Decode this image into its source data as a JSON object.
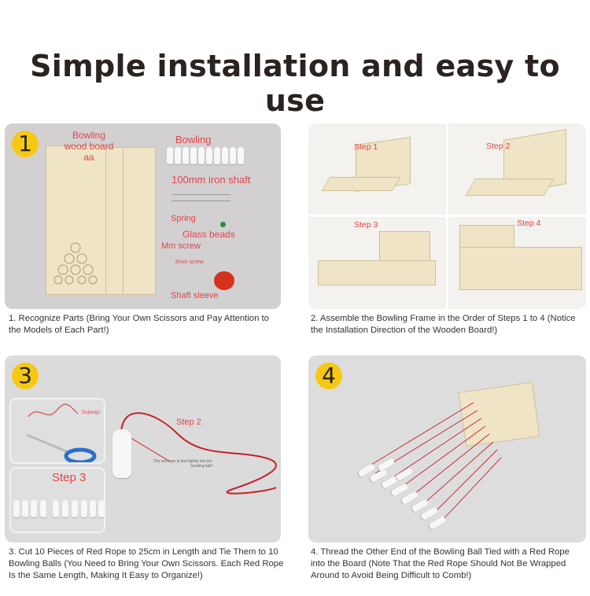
{
  "title": "Simple installation and easy to use",
  "colors": {
    "badge": "#f6c812",
    "label": "#e0454a",
    "panel": "#d2d0d1"
  },
  "steps": [
    {
      "number": "1",
      "labels": {
        "board": "Bowling wood board aa",
        "bowling": "Bowling",
        "shaft": "100mm iron shaft",
        "spring": "Spring",
        "beads": "Glass beads",
        "screw": "Mm screw",
        "screw6": "6mm screw",
        "sleeve": "Shaft sleeve"
      },
      "caption": "1. Recognize Parts   (Bring Your Own Scissors and Pay Attention to the Models of Each Part!)"
    },
    {
      "number": "2",
      "labels": {
        "s1": "Step 1",
        "s2": "Step 2",
        "s3": "Step 3",
        "s4": "Step 4"
      },
      "caption": "2. Assemble the Bowling Frame in the Order of Steps 1 to 4 (Notice the Installation Direction of the Wooden Board!)"
    },
    {
      "number": "3",
      "labels": {
        "s2": "Step 2",
        "s3": "Step 3",
        "rope": "Dujiang1",
        "note": "The red rope is tied tightly into the bowling ball!"
      },
      "caption": "3. Cut 10 Pieces of Red Rope to 25cm in Length and Tie Them to 10 Bowling Balls (You Need to Bring Your Own Scissors. Each Red Rope Is the Same Length, Making It Easy to Organize!)"
    },
    {
      "number": "4",
      "caption": "4. Thread the Other End of the Bowling Ball Tied with a Red Rope into the Board   (Note That the Red Rope Should Not Be Wrapped Around to Avoid Being Difficult to Comb!)"
    }
  ]
}
